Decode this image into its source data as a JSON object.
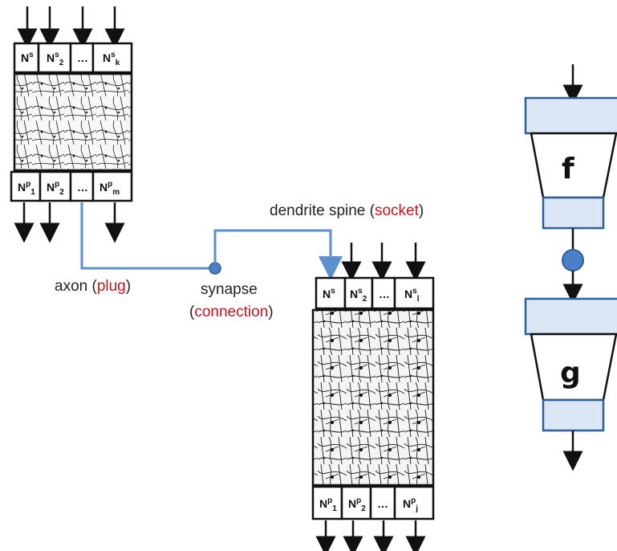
{
  "neuron_top": {
    "inputs": [
      {
        "base": "N",
        "sup": "s",
        "sub": ""
      },
      {
        "base": "N",
        "sup": "s",
        "sub": "2"
      },
      {
        "base": "…",
        "sup": "",
        "sub": ""
      },
      {
        "base": "N",
        "sup": "s",
        "sub": "k"
      }
    ],
    "outputs": [
      {
        "base": "N",
        "sup": "p",
        "sub": "1"
      },
      {
        "base": "N",
        "sup": "p",
        "sub": "2"
      },
      {
        "base": "…",
        "sup": "",
        "sub": ""
      },
      {
        "base": "N",
        "sup": "p",
        "sub": "m"
      }
    ]
  },
  "neuron_bottom": {
    "inputs": [
      {
        "base": "N",
        "sup": "s",
        "sub": ""
      },
      {
        "base": "N",
        "sup": "s",
        "sub": "2"
      },
      {
        "base": "…",
        "sup": "",
        "sub": ""
      },
      {
        "base": "N",
        "sup": "s",
        "sub": "l"
      }
    ],
    "outputs": [
      {
        "base": "N",
        "sup": "p",
        "sub": "1"
      },
      {
        "base": "N",
        "sup": "p",
        "sub": "2"
      },
      {
        "base": "…",
        "sup": "",
        "sub": ""
      },
      {
        "base": "N",
        "sup": "p",
        "sub": "j"
      }
    ]
  },
  "labels": {
    "dendrite": {
      "text": "dendrite spine (",
      "accent": "socket",
      "close": ")"
    },
    "axon": {
      "text": "axon (",
      "accent": "plug",
      "close": ")"
    },
    "synapse_line1": "synapse",
    "synapse_line2": {
      "open": "(",
      "accent": "connection",
      "close": ")"
    }
  },
  "modules": {
    "f": "f",
    "g": "g"
  },
  "colors": {
    "wire": "#5b8fd0",
    "module_fill": "#dbe7f5",
    "module_stroke": "#2f5f9a",
    "node": "#4a7fc9",
    "accent": "#c0171c"
  }
}
